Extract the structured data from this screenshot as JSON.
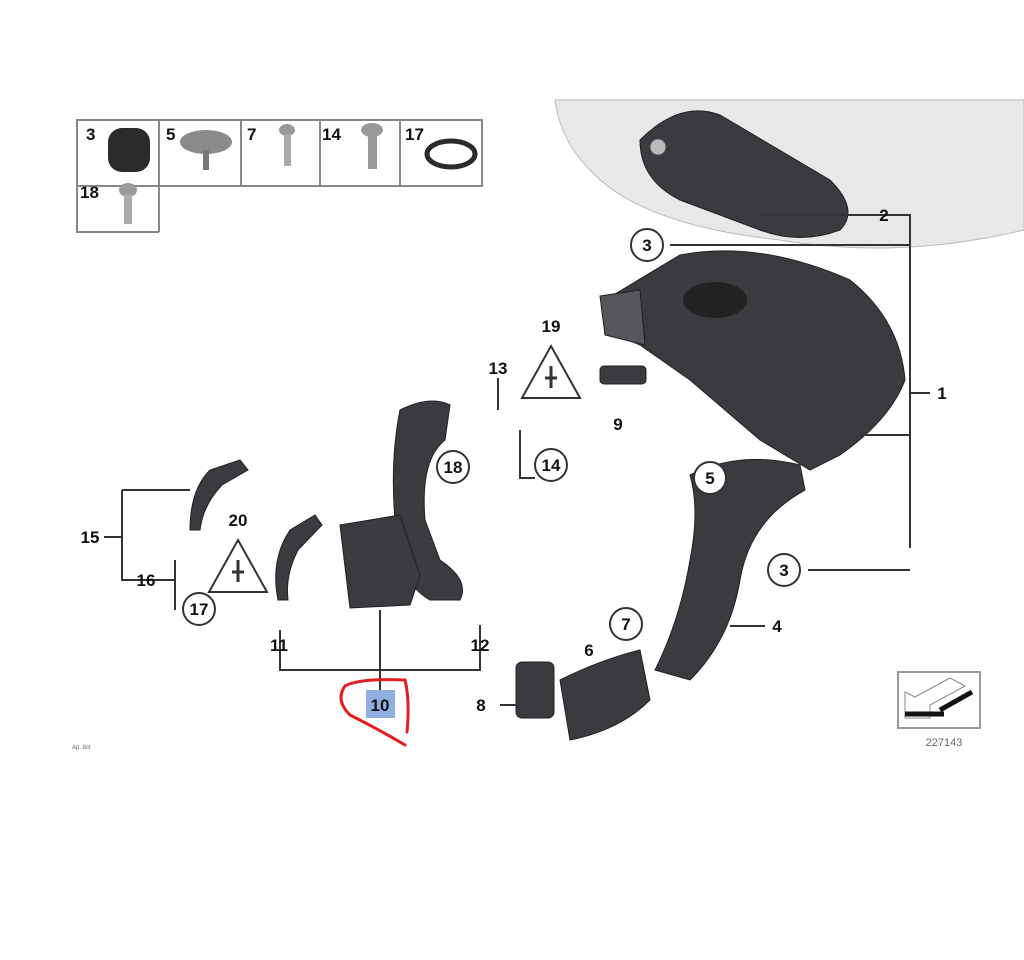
{
  "legend_box": {
    "items": [
      {
        "label": "3",
        "icon": "rubber-grommet"
      },
      {
        "label": "5",
        "icon": "expanding-rivet"
      },
      {
        "label": "7",
        "icon": "screw"
      },
      {
        "label": "14",
        "icon": "screw"
      },
      {
        "label": "17",
        "icon": "o-ring"
      },
      {
        "label": "18",
        "icon": "bolt"
      }
    ]
  },
  "callouts": {
    "c1": "1",
    "c2": "2",
    "c3a": "3",
    "c3b": "3",
    "c4": "4",
    "c5": "5",
    "c6": "6",
    "c7": "7",
    "c8": "8",
    "c9": "9",
    "c10": "10",
    "c11": "11",
    "c12": "12",
    "c13": "13",
    "c14": "14",
    "c15": "15",
    "c16": "16",
    "c17": "17",
    "c18": "18",
    "c19": "19",
    "c20": "20"
  },
  "highlight": {
    "part": "10",
    "color": "#8fb0e0",
    "annotation_color": "#e02020"
  },
  "diagram_number": "227143",
  "corner_note": "Ap. 8ct"
}
